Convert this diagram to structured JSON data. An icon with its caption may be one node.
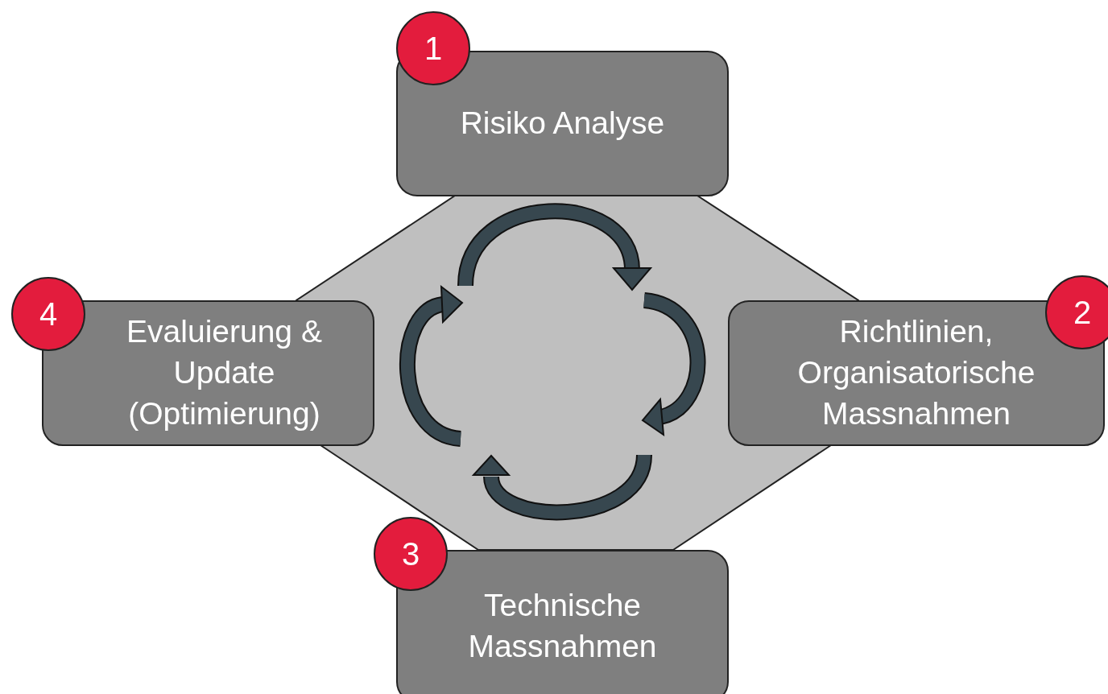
{
  "diagram": {
    "nodes": [
      {
        "text": [
          "1"
        ]
      },
      {
        "text": [
          "Risiko Analyse"
        ]
      },
      {
        "text": [
          "4"
        ]
      },
      {
        "text": [
          "Evaluierung & Update (Optimierung)"
        ]
      },
      {
        "text": [
          "Richtlinien, Organisatorische Massnahmen"
        ]
      },
      {
        "text": [
          "2"
        ]
      },
      {
        "text": [
          "3"
        ]
      },
      {
        "text": [
          "Technische Massnahmen"
        ]
      }
    ]
  }
}
